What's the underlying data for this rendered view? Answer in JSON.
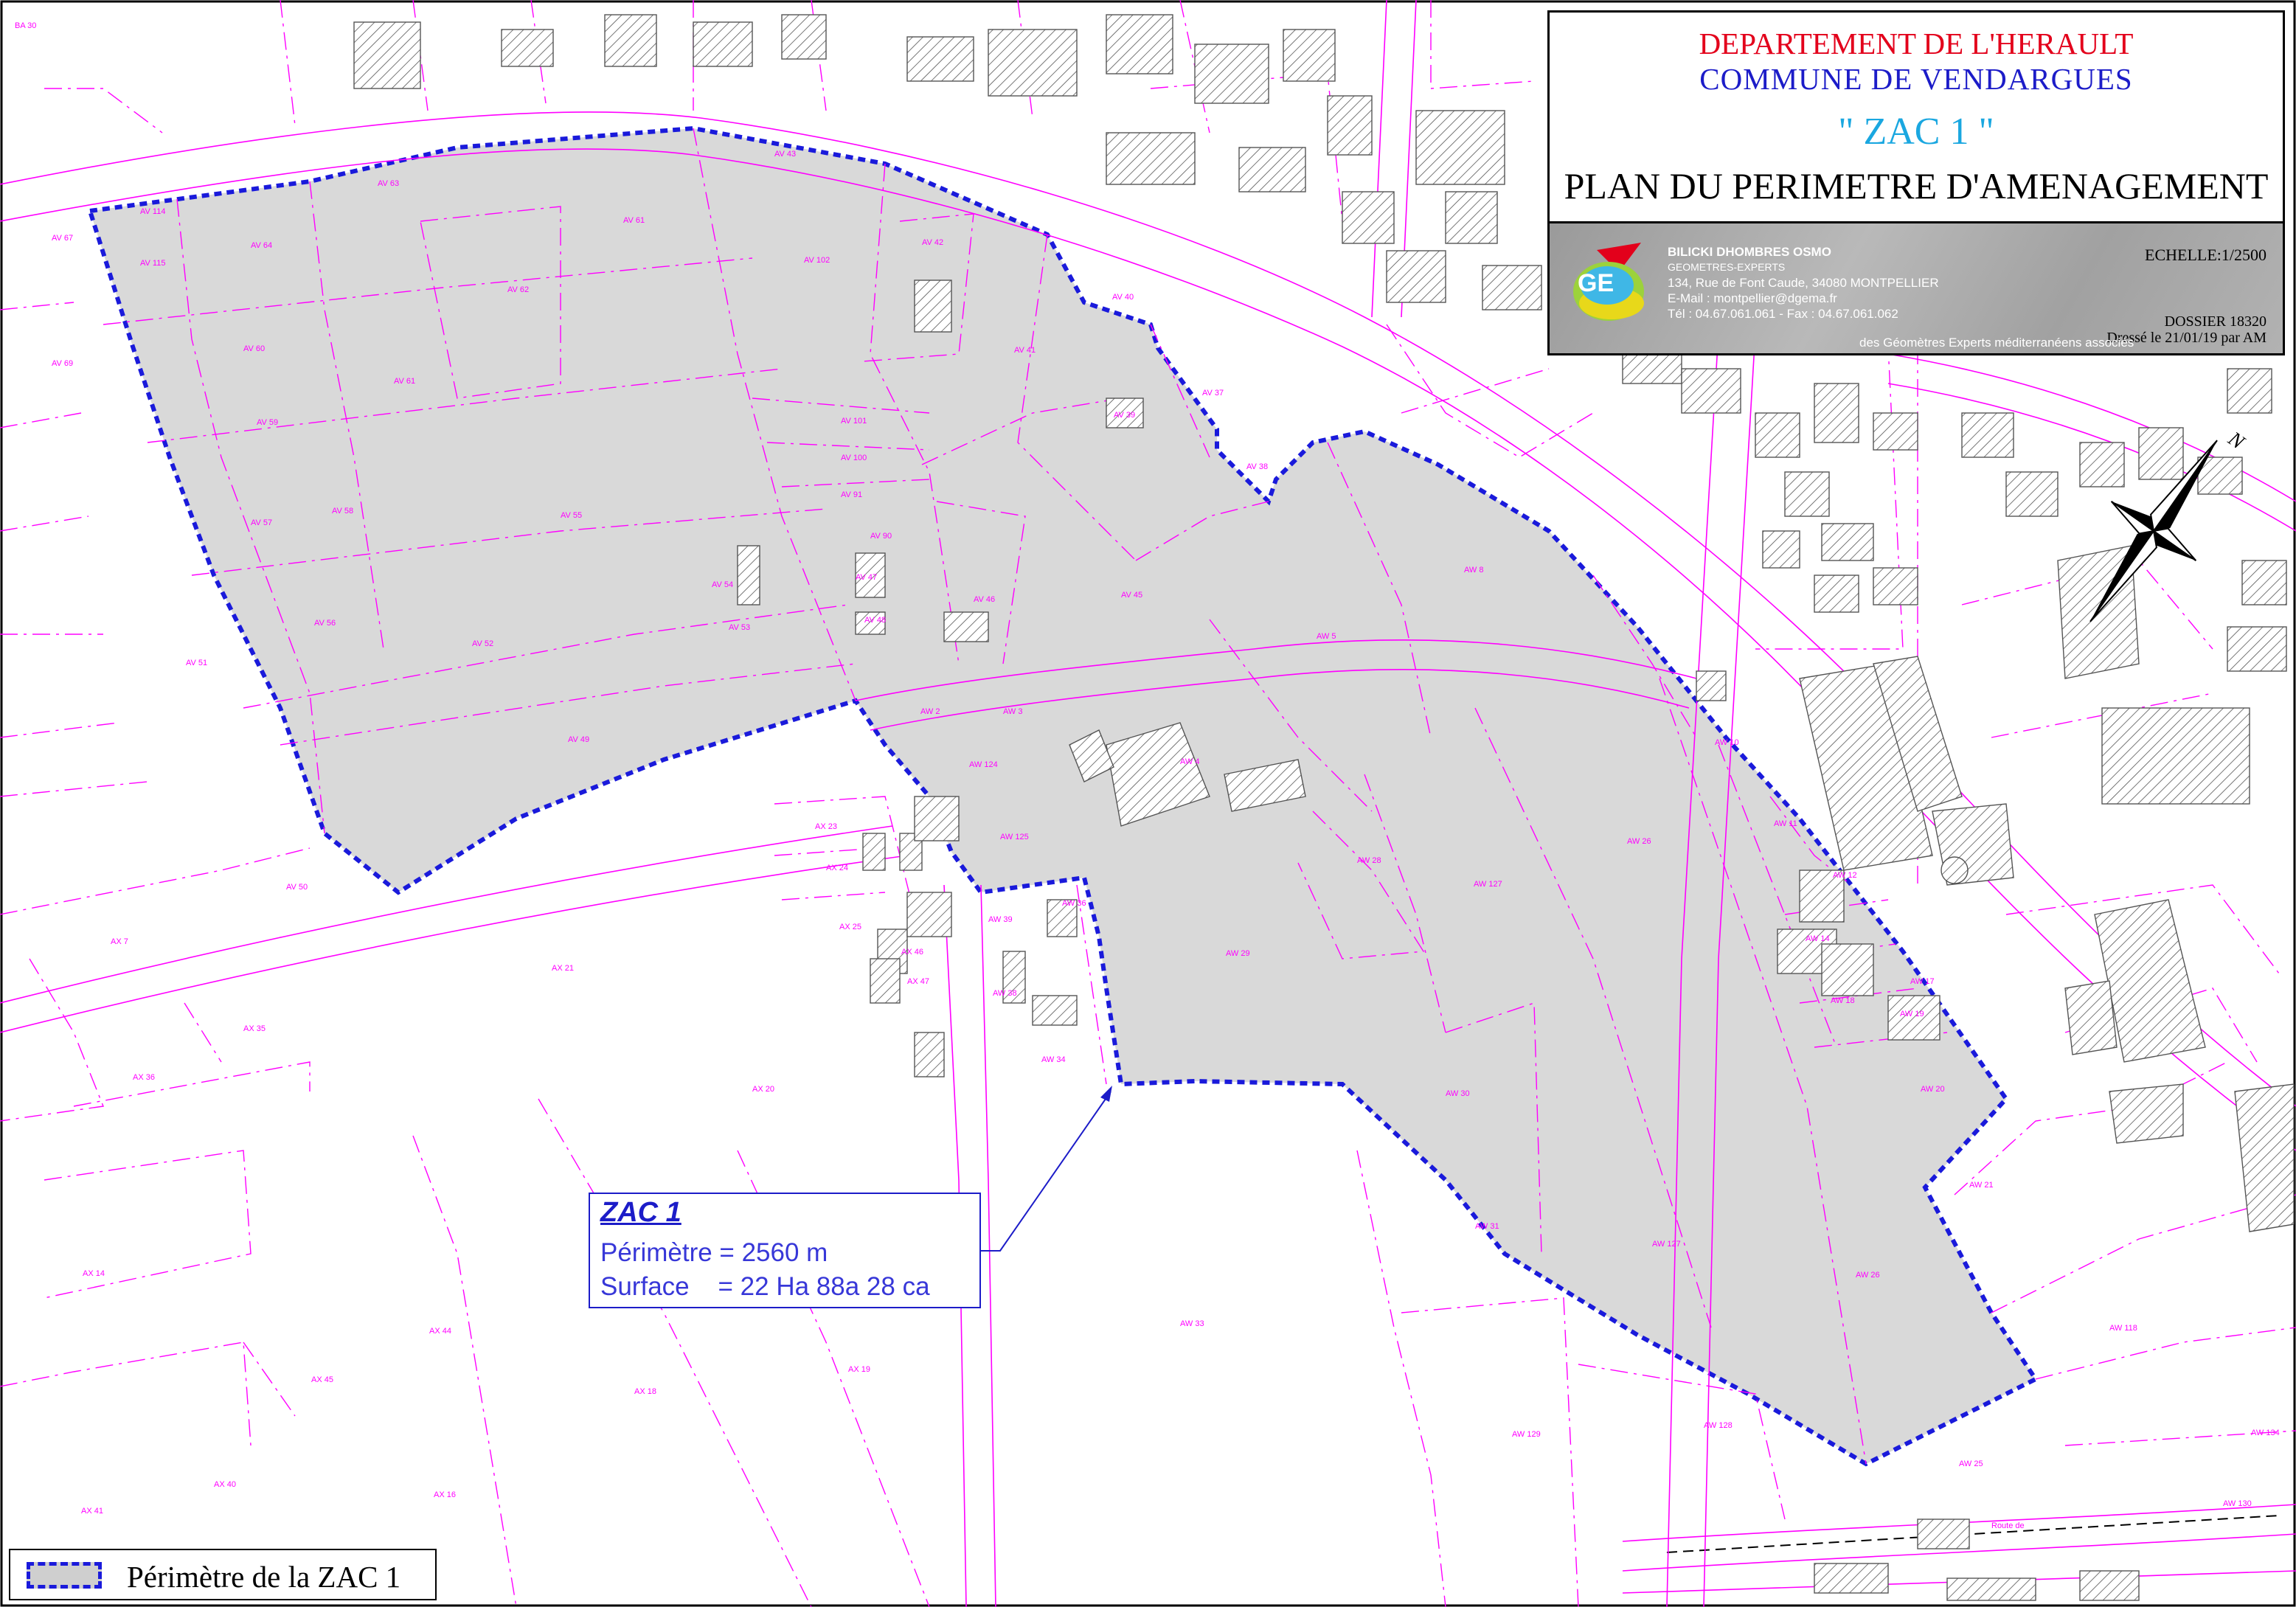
{
  "title_block": {
    "department": "DEPARTEMENT DE L'HERAULT",
    "commune": "COMMUNE  DE  VENDARGUES",
    "zone": "\" ZAC 1 \"",
    "plan_title": "PLAN DU PERIMETRE D'AMENAGEMENT"
  },
  "cartouche": {
    "logo_text": "GE",
    "firm_name": "BILICKI DHOMBRES OSMO",
    "firm_role": "GEOMETRES-EXPERTS",
    "address": "134, Rue de Font Caude, 34080 MONTPELLIER",
    "email": "E-Mail : montpellier@dgema.fr",
    "phone": "Tél : 04.67.061.061 - Fax : 04.67.061.062",
    "tagline": "des Géomètres Experts méditerranéens associés",
    "scale": "ECHELLE:1/2500",
    "dossier": "DOSSIER 18320",
    "drawn": "Dressé le 21/01/19 par AM"
  },
  "info_box": {
    "title": "ZAC 1",
    "perimeter": "Périmètre = 2560 m",
    "surface": "Surface    = 22 Ha 88a 28 ca"
  },
  "legend": {
    "label": "Périmètre de la ZAC 1"
  },
  "north_label": "N",
  "road_label": "Route de",
  "parcels": [
    {
      "label": "BA 30"
    },
    {
      "label": "AV 43"
    },
    {
      "label": "AV 63"
    },
    {
      "label": "AV 114"
    },
    {
      "label": "AV 67"
    },
    {
      "label": "AV 115"
    },
    {
      "label": "AV 64"
    },
    {
      "label": "AV 61"
    },
    {
      "label": "AV 62"
    },
    {
      "label": "AV 102"
    },
    {
      "label": "AV 42"
    },
    {
      "label": "AV 40"
    },
    {
      "label": "AV 69"
    },
    {
      "label": "AV 60"
    },
    {
      "label": "AV 61"
    },
    {
      "label": "AV 41"
    },
    {
      "label": "AV 37"
    },
    {
      "label": "AV 59"
    },
    {
      "label": "AV 101"
    },
    {
      "label": "AV 100"
    },
    {
      "label": "AV 39"
    },
    {
      "label": "AV 38"
    },
    {
      "label": "AV 57"
    },
    {
      "label": "AV 58"
    },
    {
      "label": "AV 55"
    },
    {
      "label": "AV 91"
    },
    {
      "label": "AV 90"
    },
    {
      "label": "AV 45"
    },
    {
      "label": "AV 54"
    },
    {
      "label": "AV 47"
    },
    {
      "label": "AV 48"
    },
    {
      "label": "AV 46"
    },
    {
      "label": "AV 56"
    },
    {
      "label": "AV 53"
    },
    {
      "label": "AV 52"
    },
    {
      "label": "AV 51"
    },
    {
      "label": "AV 49"
    },
    {
      "label": "AW 8"
    },
    {
      "label": "AW 5"
    },
    {
      "label": "AW 2"
    },
    {
      "label": "AW 3"
    },
    {
      "label": "AW 124"
    },
    {
      "label": "AW 4"
    },
    {
      "label": "AW 125"
    },
    {
      "label": "AW 10"
    },
    {
      "label": "AW 11"
    },
    {
      "label": "AW 26"
    },
    {
      "label": "AW 28"
    },
    {
      "label": "AW 127"
    },
    {
      "label": "AW 29"
    },
    {
      "label": "AW 12"
    },
    {
      "label": "AW 14"
    },
    {
      "label": "AW 17"
    },
    {
      "label": "AW 18"
    },
    {
      "label": "AW 19"
    },
    {
      "label": "AW 30"
    },
    {
      "label": "AW 20"
    },
    {
      "label": "AW 39"
    },
    {
      "label": "AW 36"
    },
    {
      "label": "AW 38"
    },
    {
      "label": "AW 34"
    },
    {
      "label": "AW 31"
    },
    {
      "label": "AW 127"
    },
    {
      "label": "AW 26"
    },
    {
      "label": "AW 21"
    },
    {
      "label": "AW 33"
    },
    {
      "label": "AW 118"
    },
    {
      "label": "AW 129"
    },
    {
      "label": "AW 128"
    },
    {
      "label": "AW 25"
    },
    {
      "label": "AW 134"
    },
    {
      "label": "AW 130"
    },
    {
      "label": "AX 23"
    },
    {
      "label": "AX 24"
    },
    {
      "label": "AX 25"
    },
    {
      "label": "AX 46"
    },
    {
      "label": "AX 47"
    },
    {
      "label": "AV 50"
    },
    {
      "label": "AX 7"
    },
    {
      "label": "AX 21"
    },
    {
      "label": "AX 35"
    },
    {
      "label": "AX 36"
    },
    {
      "label": "AX 20"
    },
    {
      "label": "AX 14"
    },
    {
      "label": "AX 44"
    },
    {
      "label": "AX 45"
    },
    {
      "label": "AX 18"
    },
    {
      "label": "AX 19"
    },
    {
      "label": "AX 40"
    },
    {
      "label": "AX 16"
    },
    {
      "label": "AX 41"
    }
  ]
}
